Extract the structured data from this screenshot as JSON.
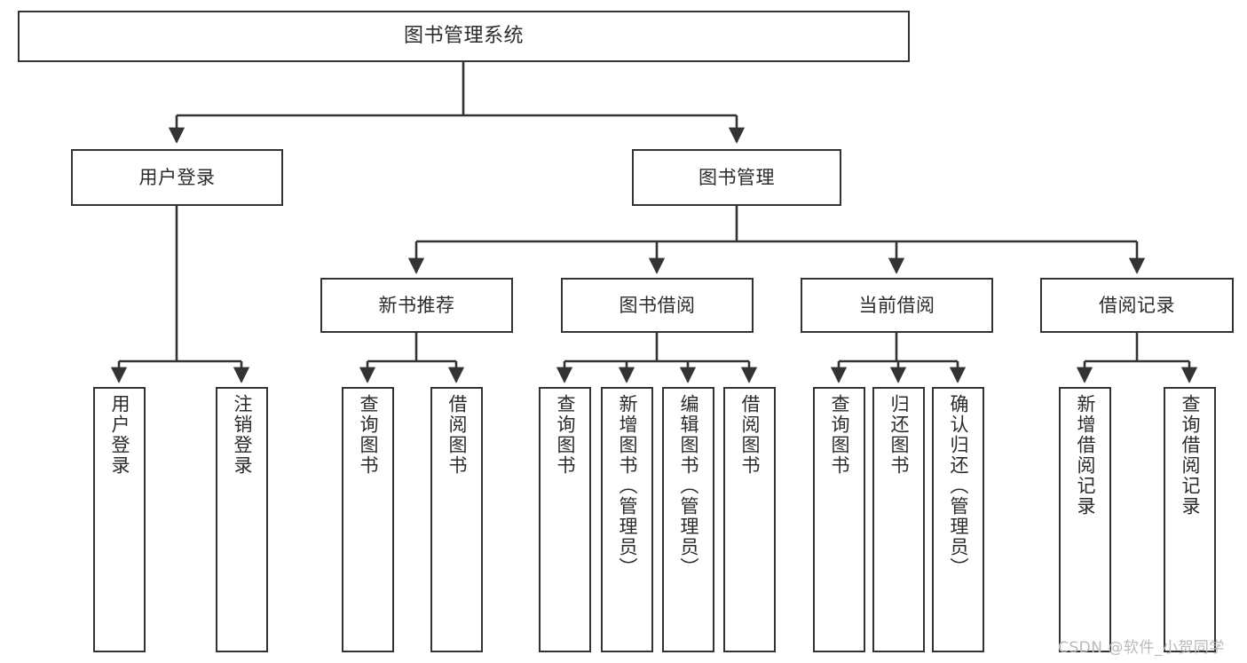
{
  "diagram": {
    "type": "hierarchy-tree",
    "title": "图书管理系统",
    "levels": 4,
    "root": {
      "id": "root",
      "label": "图书管理系统"
    },
    "level1": [
      {
        "id": "user-login",
        "label": "用户登录"
      },
      {
        "id": "book-manage",
        "label": "图书管理"
      }
    ],
    "level2": [
      {
        "id": "new-book-recommend",
        "label": "新书推荐",
        "parent": "book-manage"
      },
      {
        "id": "book-borrow",
        "label": "图书借阅",
        "parent": "book-manage"
      },
      {
        "id": "current-borrow",
        "label": "当前借阅",
        "parent": "book-manage"
      },
      {
        "id": "borrow-record",
        "label": "借阅记录",
        "parent": "book-manage"
      }
    ],
    "leaves": {
      "user-login": [
        {
          "id": "leaf-user-login",
          "label": "用户登录"
        },
        {
          "id": "leaf-logout",
          "label": "注销登录"
        }
      ],
      "new-book-recommend": [
        {
          "id": "leaf-query-book-1",
          "label": "查询图书"
        },
        {
          "id": "leaf-borrow-book-1",
          "label": "借阅图书"
        }
      ],
      "book-borrow": [
        {
          "id": "leaf-query-book-2",
          "label": "查询图书"
        },
        {
          "id": "leaf-add-book",
          "label": "新增图书（管理员）"
        },
        {
          "id": "leaf-edit-book",
          "label": "编辑图书（管理员）"
        },
        {
          "id": "leaf-borrow-book-2",
          "label": "借阅图书"
        }
      ],
      "current-borrow": [
        {
          "id": "leaf-query-book-3",
          "label": "查询图书"
        },
        {
          "id": "leaf-return-book",
          "label": "归还图书"
        },
        {
          "id": "leaf-confirm-return",
          "label": "确认归还（管理员）"
        }
      ],
      "borrow-record": [
        {
          "id": "leaf-add-record",
          "label": "新增借阅记录"
        },
        {
          "id": "leaf-query-record",
          "label": "查询借阅记录"
        }
      ]
    },
    "colors": {
      "stroke": "#333333",
      "fill": "#ffffff",
      "text": "#2b2b2b",
      "watermark": "#b9b9b9"
    }
  },
  "watermark": {
    "text": "CSDN @软件_小贺同学"
  }
}
